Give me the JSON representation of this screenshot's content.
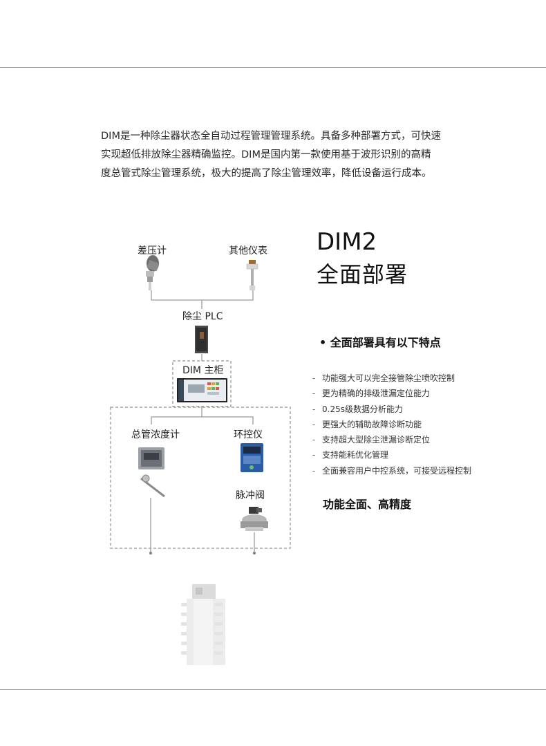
{
  "intro": {
    "line1": "DIM是一种除尘器状态全自动过程管理管理系统。具备多种部署方式，可快速",
    "line2": "实现超低排放除尘器精确监控。DIM是国内第一款使用基于波形识别的高精",
    "line3": "度总管式除尘管理系统，极大的提高了除尘管理效率，降低设备运行成本。"
  },
  "diagram": {
    "pressure_gauge": "差压计",
    "other_instruments": "其他仪表",
    "plc": "除尘 PLC",
    "main_cabinet": "DIM 主柜",
    "concentration_meter": "总管浓度计",
    "env_controller": "环控仪",
    "pulse_valve": "脉冲阀"
  },
  "heading": {
    "line1": "DIM2",
    "line2": "全面部署"
  },
  "features": {
    "heading": "• 全面部署具有以下特点",
    "items": [
      "功能强大可以完全接管除尘喷吹控制",
      "更为精确的排级泄漏定位能力",
      "0.25s级数据分析能力",
      "更强大的辅助故障诊断功能",
      "支持超大型除尘泄漏诊断定位",
      "支持能耗优化管理",
      "全面兼容用户中控系统，可接受远程控制"
    ],
    "bullet": "-"
  },
  "summary": "功能全面、高精度",
  "colors": {
    "line": "#9a9a9a",
    "dashed": "#8f8f8f",
    "panel_blue": "#2b5ca8"
  }
}
